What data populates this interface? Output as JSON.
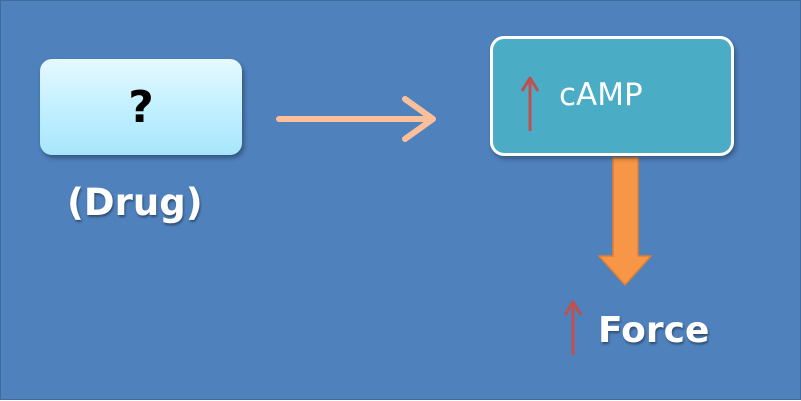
{
  "drug_box": {
    "mark": "?",
    "label": "(Drug)"
  },
  "camp_box": {
    "label": "cAMP"
  },
  "outcome": {
    "label": "Force"
  },
  "colors": {
    "background": "#4f81bd",
    "drug_box_fill": "#bfefff",
    "camp_box_fill": "#4bacc6",
    "horizontal_arrow": "#fbbf9a",
    "down_arrow": "#f79646",
    "increase_arrow": "#c0504d"
  },
  "icons": [
    "increase-arrow-icon",
    "right-arrow-icon",
    "down-arrow-icon"
  ]
}
